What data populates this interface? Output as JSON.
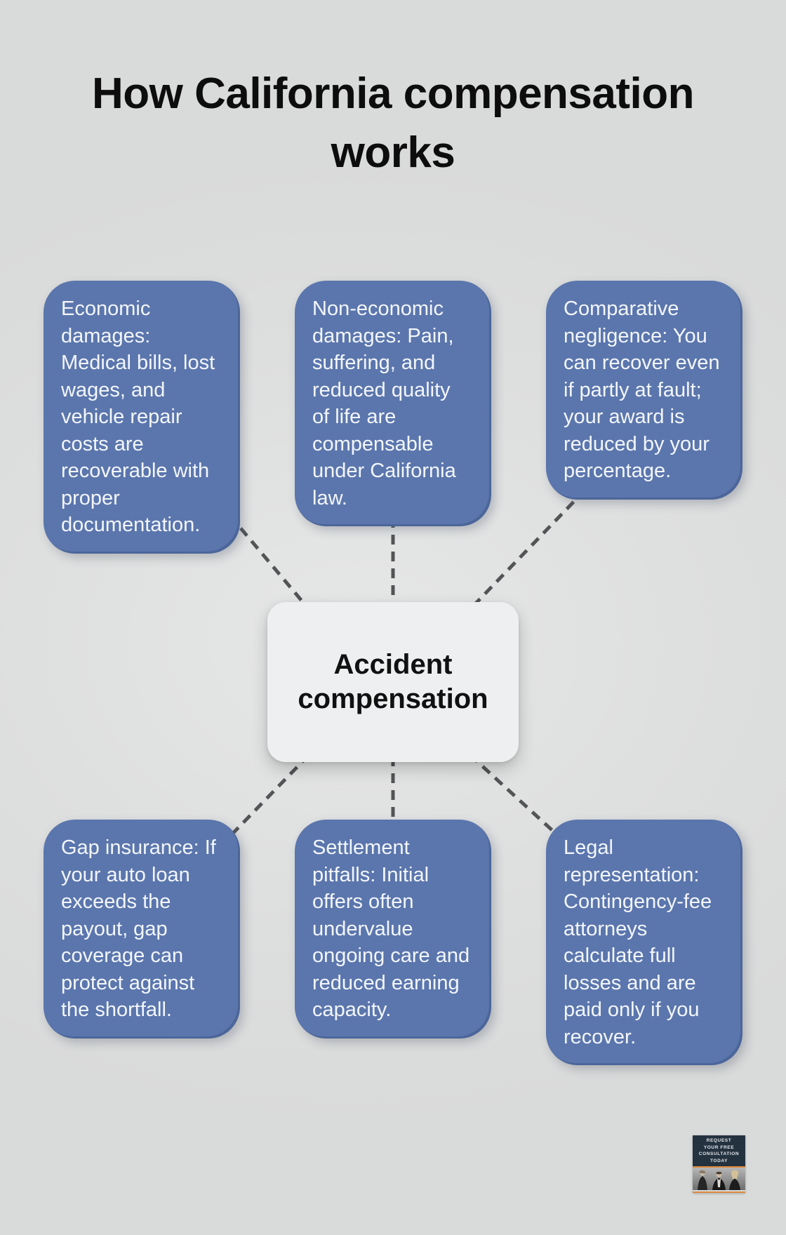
{
  "title": {
    "lines": [
      "How California compensation",
      "works"
    ]
  },
  "center_node": {
    "lines": [
      "Accident",
      "compensation"
    ]
  },
  "cards": [
    {
      "id": "economic-damages",
      "lines": [
        "Economic",
        "damages:",
        "Medical bills, lost",
        "wages, and",
        "vehicle repair",
        "costs are",
        "recoverable with",
        "proper",
        "documentation."
      ]
    },
    {
      "id": "non-economic-damages",
      "lines": [
        "Non-economic",
        "damages: Pain,",
        "suffering, and",
        "reduced quality",
        "of life are",
        "compensable",
        "under California",
        "law."
      ]
    },
    {
      "id": "comparative-negligence",
      "lines": [
        "Comparative",
        "negligence: You",
        "can recover even",
        "if partly at fault;",
        "your award is",
        "reduced by your",
        "percentage."
      ]
    },
    {
      "id": "gap-insurance",
      "lines": [
        "Gap insurance: If",
        "your auto loan",
        "exceeds the",
        "payout, gap",
        "coverage can",
        "protect against",
        "the shortfall."
      ]
    },
    {
      "id": "settlement-pitfalls",
      "lines": [
        "Settlement",
        "pitfalls: Initial",
        "offers often",
        "undervalue",
        "ongoing care and",
        "reduced earning",
        "capacity."
      ]
    },
    {
      "id": "legal-representation",
      "lines": [
        "Legal",
        "representation:",
        "Contingency-fee",
        "attorneys",
        "calculate full",
        "losses and are",
        "paid only if you",
        "recover."
      ]
    }
  ],
  "badge": {
    "lines": [
      "REQUEST",
      "YOUR FREE",
      "CONSULTATION",
      "TODAY"
    ]
  },
  "colors": {
    "background": "#dedede",
    "card_blue": "#5b76ad",
    "card_text": "#f3f6fa",
    "node_background": "#edeff1",
    "node_text": "#111111",
    "dash_gray": "#525456",
    "title_black": "#0d0d0d",
    "badge_navy": "#24313f",
    "badge_orange": "#dd8a3d"
  }
}
